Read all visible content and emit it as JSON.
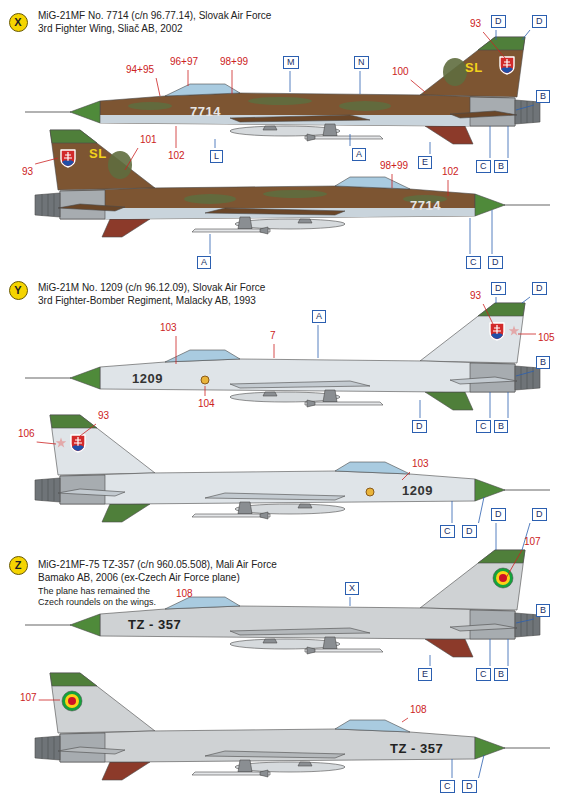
{
  "diagram": {
    "nodes": [
      {
        "text": [
          "X"
        ]
      },
      {
        "text": [
          "D"
        ]
      },
      {
        "text": [
          "D"
        ]
      },
      {
        "text": [
          "M"
        ]
      },
      {
        "text": [
          "N"
        ]
      },
      {
        "text": [
          "B"
        ]
      },
      {
        "text": [
          "L"
        ]
      },
      {
        "text": [
          "A"
        ]
      },
      {
        "text": [
          "E"
        ]
      },
      {
        "text": [
          "C"
        ]
      },
      {
        "text": [
          "B"
        ]
      },
      {
        "text": [
          "A"
        ]
      },
      {
        "text": [
          "C"
        ]
      },
      {
        "text": [
          "D"
        ]
      },
      {
        "text": [
          "Y"
        ]
      },
      {
        "text": [
          "D"
        ]
      },
      {
        "text": [
          "D"
        ]
      },
      {
        "text": [
          "A"
        ]
      },
      {
        "text": [
          "B"
        ]
      },
      {
        "text": [
          "D"
        ]
      },
      {
        "text": [
          "C"
        ]
      },
      {
        "text": [
          "B"
        ]
      },
      {
        "text": [
          "C"
        ]
      },
      {
        "text": [
          "D"
        ]
      },
      {
        "text": [
          "Z"
        ]
      },
      {
        "text": [
          "D"
        ]
      },
      {
        "text": [
          "D"
        ]
      },
      {
        "text": [
          "X"
        ]
      },
      {
        "text": [
          "B"
        ]
      },
      {
        "text": [
          "E"
        ]
      },
      {
        "text": [
          "C"
        ]
      },
      {
        "text": [
          "B"
        ]
      },
      {
        "text": [
          "C"
        ]
      },
      {
        "text": [
          "D"
        ]
      }
    ],
    "labels": [
      "MiG-21MF No. 7714 (c/n 96.77.14), Slovak Air Force",
      "3rd Fighter Wing, Sliač AB, 2002",
      "94+95",
      "96+97",
      "98+99",
      "100",
      "93",
      "7714",
      "SL",
      "102",
      "93",
      "SL",
      "101",
      "98+99",
      "102",
      "7714",
      "MiG-21M No. 1209 (c/n 96.12.09), Slovak Air Force",
      "3rd Fighter-Bomber Regiment, Malacky AB, 1993",
      "103",
      "7",
      "93",
      "105",
      "1209",
      "104",
      "106",
      "93",
      "103",
      "1209",
      "MiG-21MF-75 TZ-357 (c/n 960.05.508), Mali Air Force",
      "Bamako AB, 2006 (ex-Czech Air Force plane)",
      "The plane has remained the Czech roundels on the wings.",
      "107",
      "108",
      "TZ - 357",
      "107",
      "108",
      "TZ - 357"
    ]
  }
}
